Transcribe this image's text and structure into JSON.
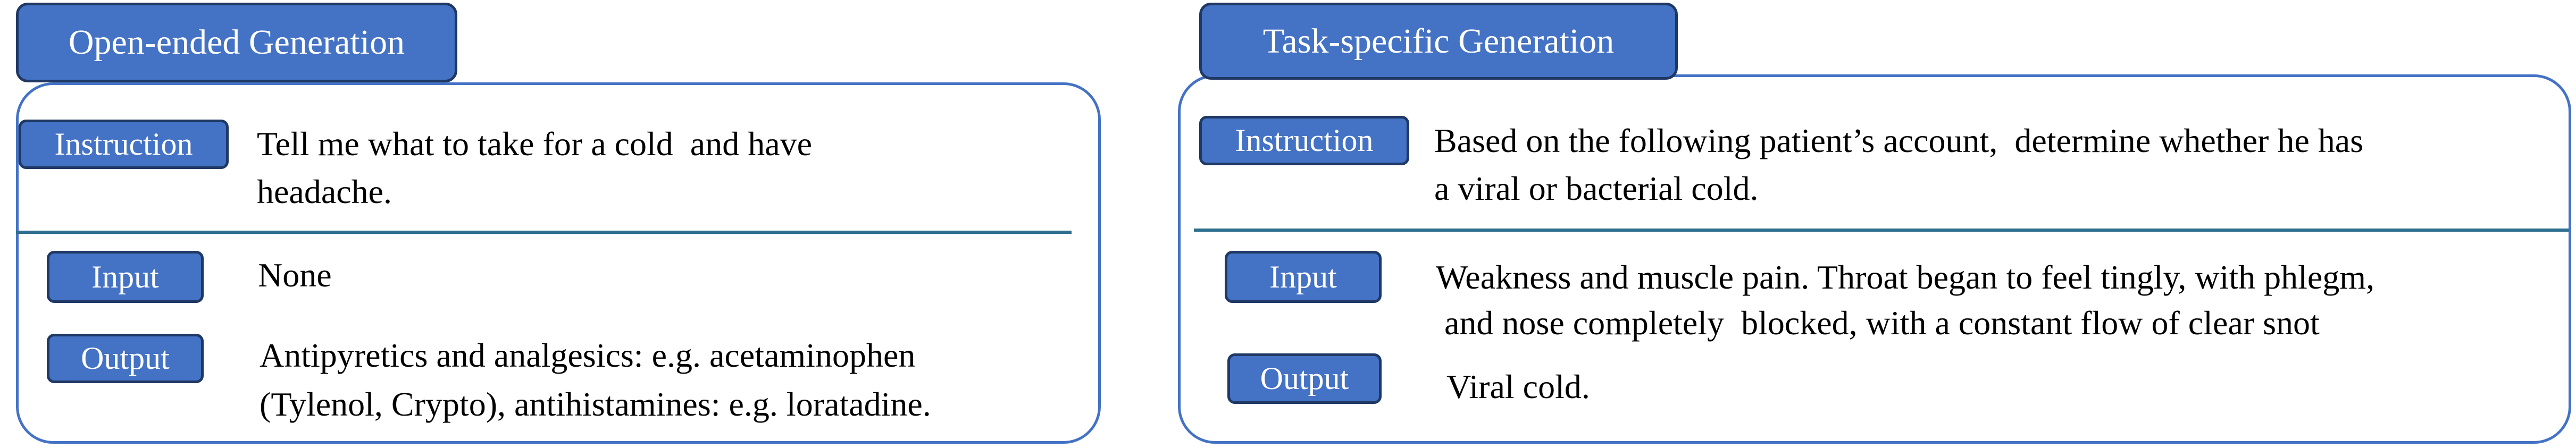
{
  "colors": {
    "accent": "#4472c4",
    "pill_border": "#1f3864",
    "card_border": "#4472c4",
    "divider": "#2e6e8e",
    "label_text": "#ffffff",
    "body_text": "#000000"
  },
  "left_panel": {
    "title": "Open-ended Generation",
    "instruction_label": "Instruction",
    "instruction_text": [
      "Tell me what to take for a cold  and have",
      "headache."
    ],
    "input_label": "Input",
    "input_text": "None",
    "output_label": "Output",
    "output_text": [
      "Antipyretics and analgesics: e.g. acetaminophen",
      "(Tylenol, Crypto), antihistamines: e.g. loratadine."
    ]
  },
  "right_panel": {
    "title": "Task-specific Generation",
    "instruction_label": "Instruction",
    "instruction_text": [
      "Based on the following patient’s account,  determine whether he has",
      "a viral or bacterial cold."
    ],
    "input_label": "Input",
    "input_text": [
      "Weakness and muscle pain. Throat began to feel tingly, with phlegm,",
      " and nose completely  blocked, with a constant flow of clear snot"
    ],
    "output_label": "Output",
    "output_text": "Viral cold."
  }
}
